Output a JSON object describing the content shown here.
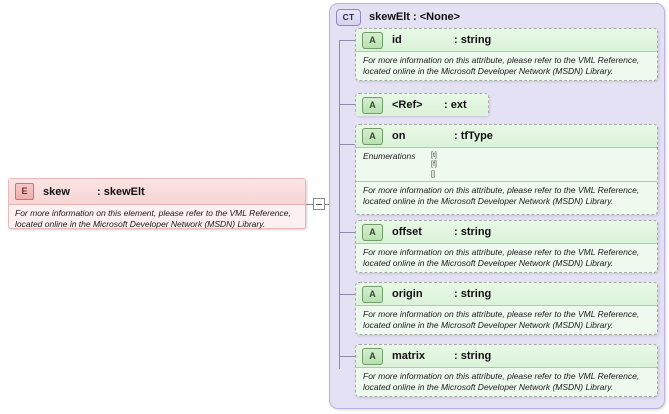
{
  "element": {
    "icon": "element-icon",
    "icon_label": "E",
    "name": "skew",
    "type": ": skewElt",
    "doc_line1": "For more information on this element, please refer to the VML Reference,",
    "doc_line2": "located online in the Microsoft Developer Network (MSDN) Library."
  },
  "connector": {
    "toggle_state": "expanded",
    "toggle_glyph": "minus"
  },
  "complextype": {
    "icon_label": "CT",
    "title": "skewElt  : <None>",
    "attributes": [
      {
        "icon_label": "A",
        "name": "id",
        "type": ": string",
        "doc_line1": "For more information on this attribute, please refer to the VML Reference,",
        "doc_line2": "located online in the Microsoft Developer Network (MSDN) Library."
      },
      {
        "icon_label": "A",
        "name": "<Ref>",
        "type": ": ext",
        "doc_line1": "",
        "doc_line2": ""
      },
      {
        "icon_label": "A",
        "name": "on",
        "type": ": tfType",
        "enumerations_label": "Enumerations",
        "enumerations": [
          "[t]",
          "[f]",
          "[]"
        ],
        "doc_line1": "For more information on this attribute, please refer to the VML Reference,",
        "doc_line2": "located online in the Microsoft Developer Network (MSDN) Library."
      },
      {
        "icon_label": "A",
        "name": "offset",
        "type": ": string",
        "doc_line1": "For more information on this attribute, please refer to the VML Reference,",
        "doc_line2": "located online in the Microsoft Developer Network (MSDN) Library."
      },
      {
        "icon_label": "A",
        "name": "origin",
        "type": ": string",
        "doc_line1": "For more information on this attribute, please refer to the VML Reference,",
        "doc_line2": "located online in the Microsoft Developer Network (MSDN) Library."
      },
      {
        "icon_label": "A",
        "name": "matrix",
        "type": ": string",
        "doc_line1": "For more information on this attribute, please refer to the VML Reference,",
        "doc_line2": "located online in the Microsoft Developer Network (MSDN) Library."
      }
    ]
  },
  "colors": {
    "element_fill": "#fdf0f0",
    "element_border": "#e8b9b9",
    "container_fill": "#e4e1f4",
    "container_border": "#b9b3dd",
    "attribute_fill": "#eefaee",
    "attribute_border": "#a9a9a9"
  }
}
